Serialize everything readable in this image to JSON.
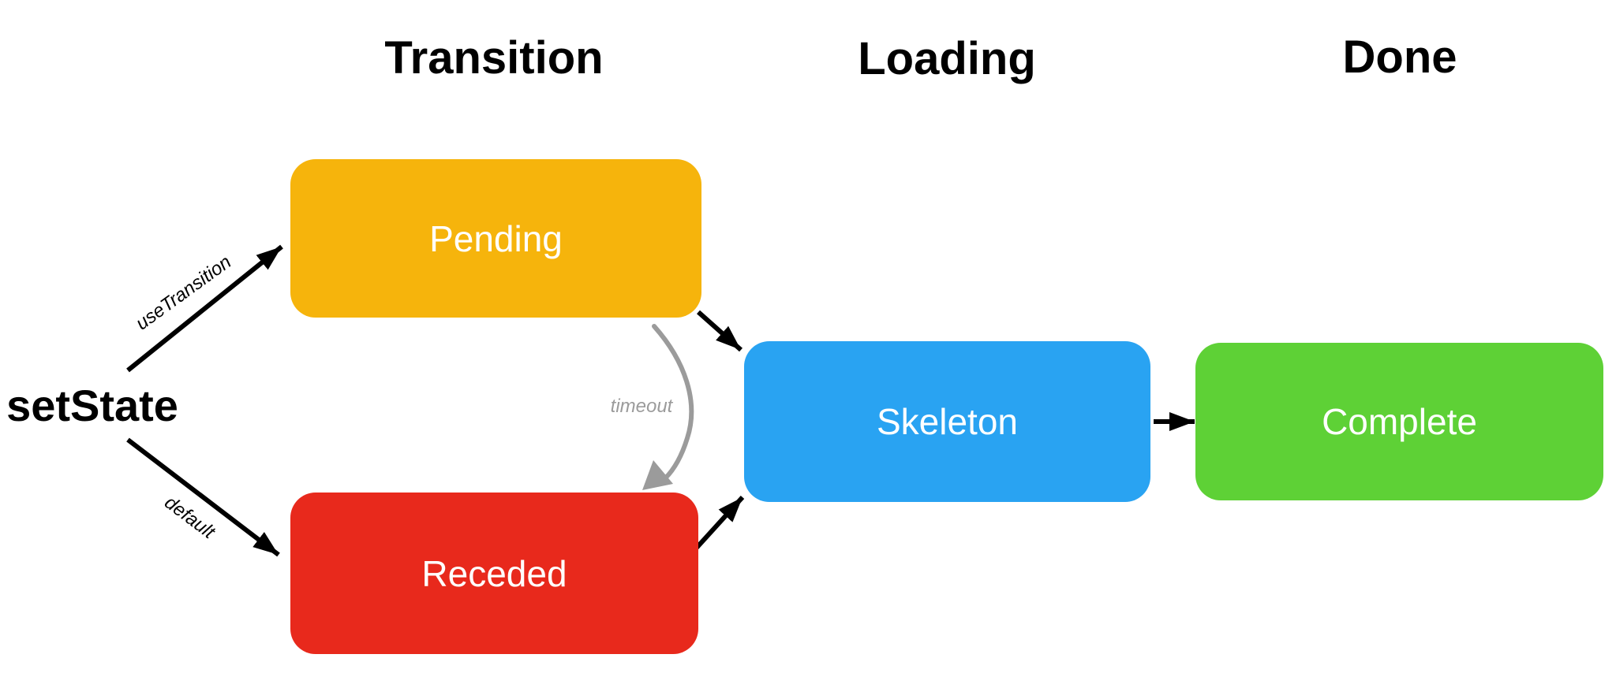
{
  "columns": [
    {
      "label": "Transition"
    },
    {
      "label": "Loading"
    },
    {
      "label": "Done"
    }
  ],
  "source_label": "setState",
  "nodes": [
    {
      "id": "pending",
      "label": "Pending",
      "color": "#F6B40C"
    },
    {
      "id": "receded",
      "label": "Receded",
      "color": "#E8291C"
    },
    {
      "id": "skeleton",
      "label": "Skeleton",
      "color": "#29A3F2"
    },
    {
      "id": "complete",
      "label": "Complete",
      "color": "#5ED136"
    }
  ],
  "edge_labels": {
    "use_transition": "useTransition",
    "default": "default",
    "timeout": "timeout"
  },
  "colors": {
    "arrow": "#000000",
    "timeout_arrow": "#9B9B9B",
    "heading_text": "#000000",
    "node_text": "#FFFFFF",
    "background": "#FFFFFF"
  }
}
